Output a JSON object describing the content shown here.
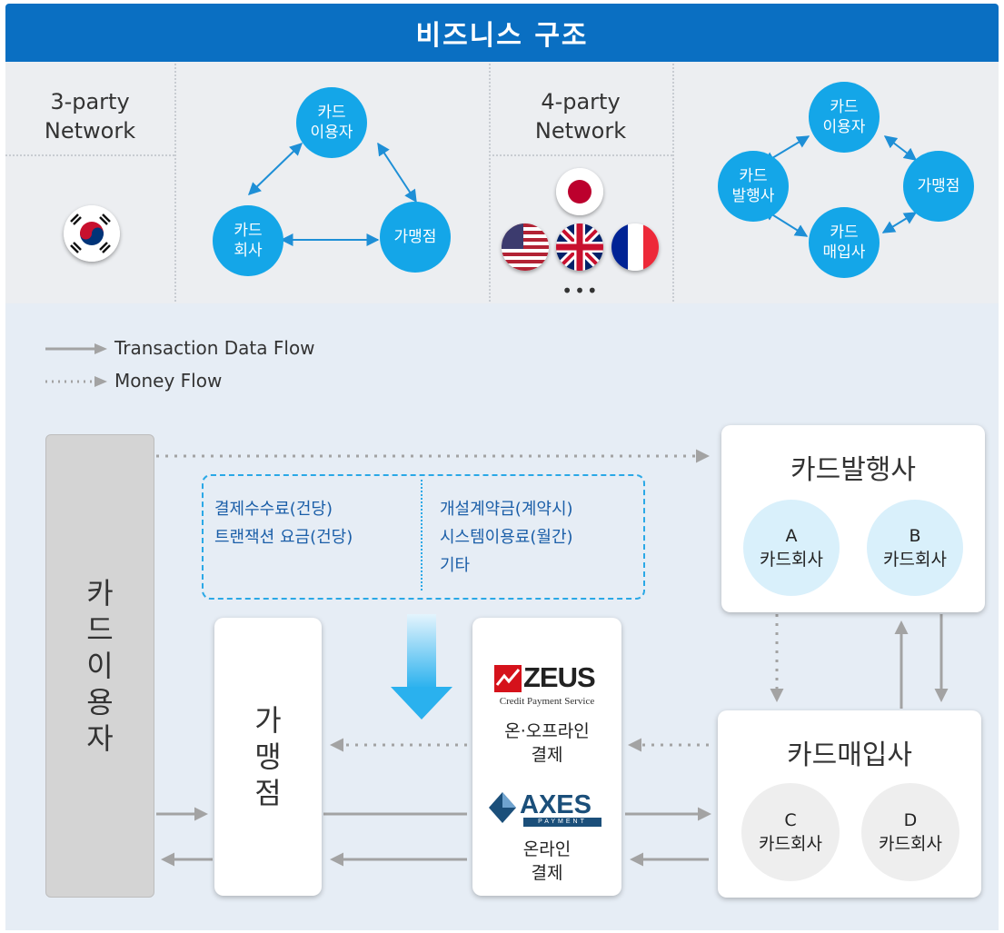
{
  "title": "비즈니스 구조",
  "top": {
    "three_party": {
      "label_line1": "3-party",
      "label_line2": "Network",
      "nodes": {
        "user": "카드\n이용자",
        "company": "카드\n회사",
        "merchant": "가맹점"
      }
    },
    "four_party": {
      "label_line1": "4-party",
      "label_line2": "Network",
      "more": "•••",
      "nodes": {
        "user": "카드\n이용자",
        "issuer": "카드\n발행사",
        "merchant": "가맹점",
        "acquirer": "카드\n매입사"
      }
    }
  },
  "legend": {
    "transaction": "Transaction Data Flow",
    "money": "Money Flow"
  },
  "flow": {
    "card_user": "카\n드\n이\n용\n자",
    "merchant": "가\n맹\n점",
    "issuer": {
      "title": "카드발행사",
      "a": "A\n카드회사",
      "b": "B\n카드회사"
    },
    "acquirer": {
      "title": "카드매입사",
      "c": "C\n카드회사",
      "d": "D\n카드회사"
    },
    "fees_left": [
      "결제수수료(건당)",
      "트랜잭션 요금(건당)"
    ],
    "fees_right": [
      "개설계약금(계약시)",
      "시스템이용료(월간)",
      "기타"
    ],
    "zeus": {
      "logo": "ZEUS",
      "tagline": "Credit Payment Service",
      "desc": "온·오프라인\n결제"
    },
    "axes": {
      "logo": "AXES",
      "tagline": "PAYMENT",
      "desc": "온라인\n결제"
    }
  },
  "colors": {
    "header": "#0a6fc2",
    "bubble": "#14a6e8",
    "issuer_circle": "#d9f0fb",
    "acquirer_circle": "#eeeeee",
    "fee_text": "#1a5ea8",
    "arrow": "#a3a3a3"
  }
}
